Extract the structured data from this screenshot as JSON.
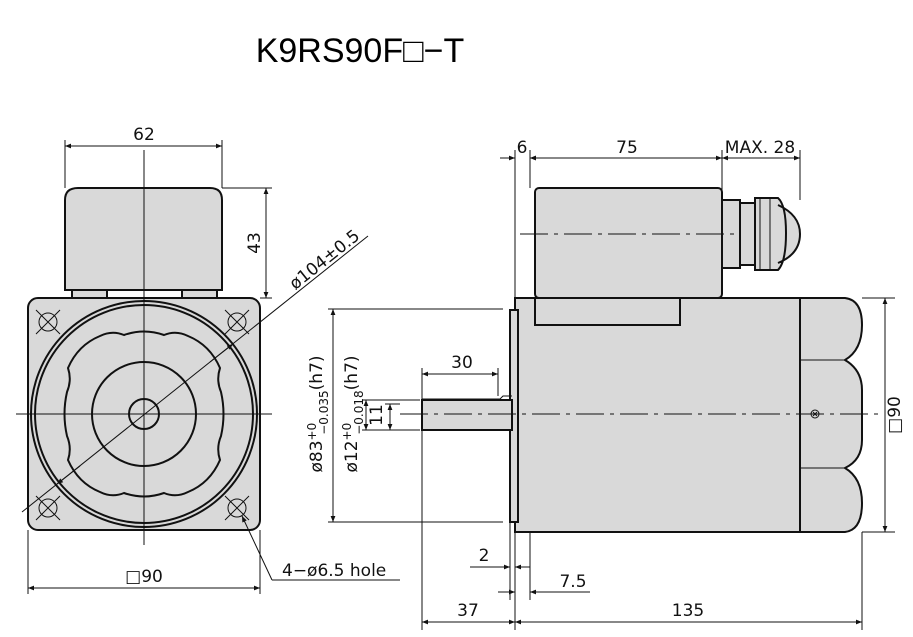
{
  "title": "K9RS90F□−T",
  "front_view": {
    "width_top": "62",
    "box_height": "43",
    "pcd": "ø104±0.5",
    "square": "□90",
    "holes": "4−ø6.5 hole"
  },
  "side_view": {
    "flange": "6",
    "box_length": "75",
    "gland": "MAX. 28",
    "shaft_length": "30",
    "pilot_dia": "ø83",
    "pilot_tol_upper": "+0",
    "pilot_tol_lower": "−0.035",
    "pilot_fit": "(h7)",
    "shaft_dia": "ø12",
    "shaft_tol_upper": "+0",
    "shaft_tol_lower": "−0.018",
    "shaft_fit": "(h7)",
    "key_height": "11",
    "height": "□90",
    "pilot_depth": "2",
    "flange_thickness": "7.5",
    "shaft_total": "37",
    "body_length": "135"
  }
}
